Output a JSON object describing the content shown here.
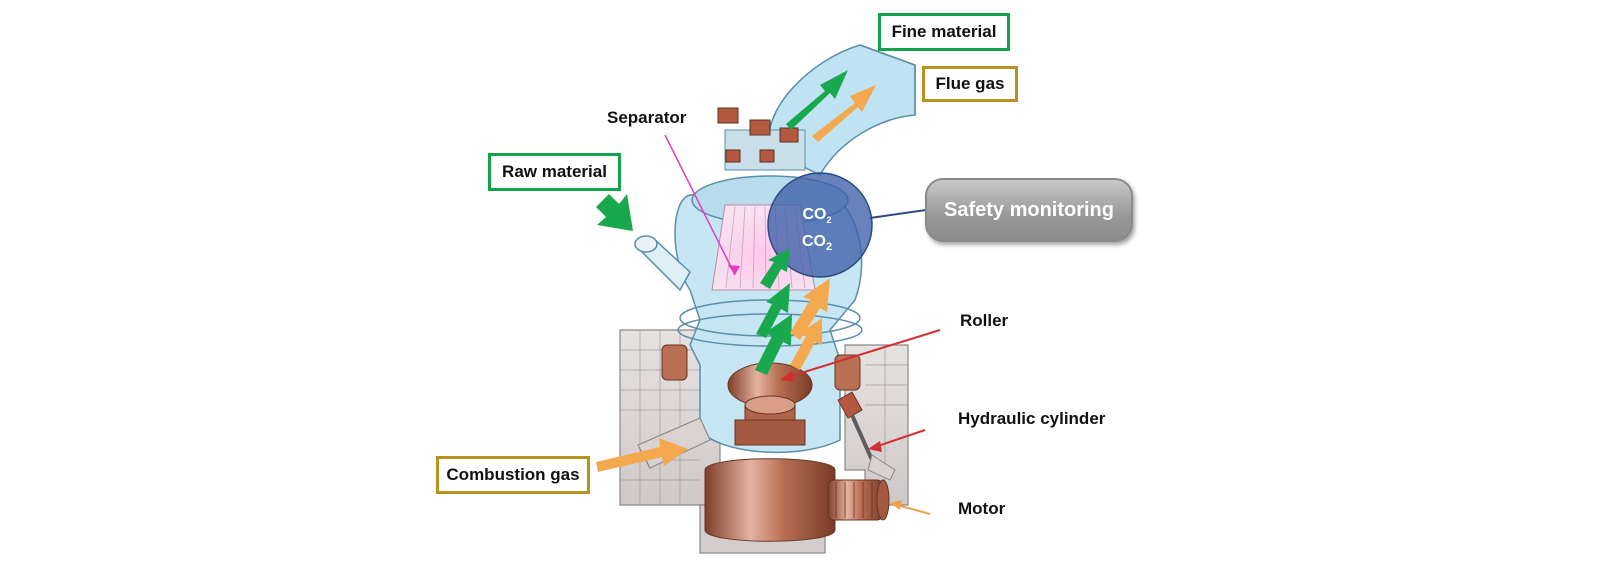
{
  "labels": {
    "fine_material": "Fine material",
    "flue_gas": "Flue gas",
    "separator": "Separator",
    "raw_material": "Raw material",
    "safety_monitoring": "Safety monitoring",
    "roller": "Roller",
    "hydraulic_cylinder": "Hydraulic cylinder",
    "combustion_gas": "Combustion gas",
    "motor": "Motor"
  },
  "sensor": {
    "gas_1": "CO",
    "gas_2": "CO",
    "subscript": "2"
  },
  "colors": {
    "material_flow": "#1aa84f",
    "gas_flow": "#f5a94f",
    "material_box_border": "#13a34a",
    "gas_box_border": "#b8921f",
    "pointer_red": "#d32f2f",
    "pointer_magenta": "#e040c0",
    "pointer_orange": "#f0a050",
    "sensor_circle": "#3d5fa8",
    "mill_casing": "#bfe3f2",
    "mill_body_copper": "#b46a4e",
    "foundation_gray": "#d8d2d2"
  }
}
